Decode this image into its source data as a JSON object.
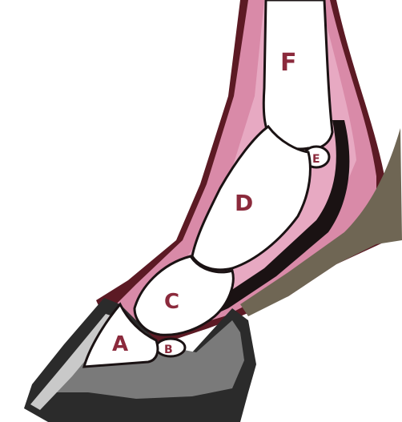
{
  "labels": {
    "A": "A",
    "B": "B",
    "C": "C",
    "D": "D",
    "E": "E",
    "F": "F"
  },
  "colors": {
    "background": "#ffffff",
    "skin": "#5c1a24",
    "tendon": "#d98aa8",
    "tendon_light": "#e7a9c2",
    "dark_band": "#1a1213",
    "bone": "#ffffff",
    "label": "#8b2a3c",
    "hoof_wall": "#2b2b2b",
    "hoof_inner": "#7a7a7a",
    "sole_stripe": "#c9c9c9",
    "fat_pad": "#6f6654"
  }
}
